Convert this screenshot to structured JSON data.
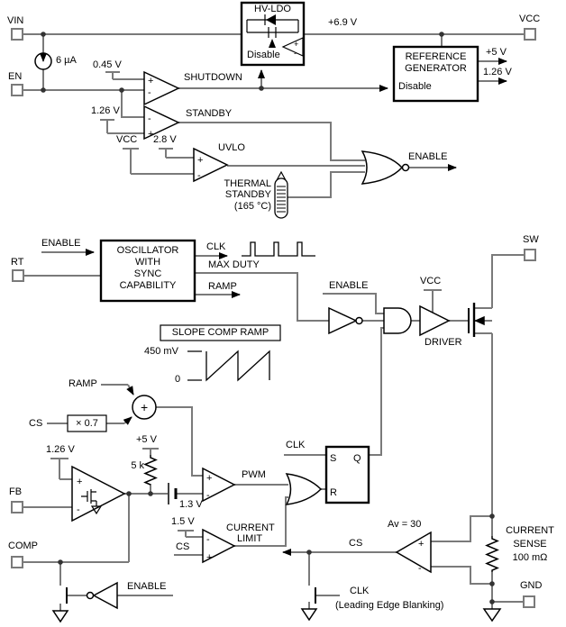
{
  "colors": {
    "wire": "#7a7a7a",
    "ink": "#000000",
    "background": "#ffffff"
  },
  "labels": {
    "vin": "VIN",
    "en": "EN",
    "vcc_pad": "VCC",
    "rt": "RT",
    "fb": "FB",
    "comp": "COMP",
    "sw": "SW",
    "gnd": "GND",
    "bias_current": "6 µA",
    "shutdown_ref": "0.45 V",
    "shutdown": "SHUTDOWN",
    "hvldo_title": "HV-LDO",
    "hvldo_disable": "Disable",
    "ldo_out": "+6.9 V",
    "refgen1": "REFERENCE",
    "refgen2": "GENERATOR",
    "refgen_disable": "Disable",
    "ref_5v": "+5 V",
    "ref_126": "1.26 V",
    "standby_ref": "1.26 V",
    "standby": "STANDBY",
    "uvlo_vcc": "VCC",
    "uvlo_ref": "2.8 V",
    "uvlo": "UVLO",
    "thermal1": "THERMAL",
    "thermal2": "STANDBY",
    "thermal3": "(165 °C)",
    "enable_out": "ENABLE",
    "osc_enable": "ENABLE",
    "osc1": "OSCILLATOR",
    "osc2": "WITH",
    "osc3": "SYNC",
    "osc4": "CAPABILITY",
    "clk": "CLK",
    "max_duty": "MAX DUTY",
    "ramp": "RAMP",
    "and_enable": "ENABLE",
    "driver_vcc": "VCC",
    "driver": "DRIVER",
    "slope_title": "SLOPE COMP RAMP",
    "slope_top": "450 mV",
    "slope_zero": "0",
    "sum_ramp": "RAMP",
    "sum_cs": "CS",
    "gain": "× 0.7",
    "pullup_v": "+5 V",
    "pullup_r": "5 k",
    "erramp_ref": "1.26 V",
    "offset": "1.3 V",
    "pwm": "PWM",
    "latch_clk": "CLK",
    "latch_s": "S",
    "latch_q": "Q",
    "latch_r": "R",
    "climit_ref": "1.5 V",
    "climit_cs": "CS",
    "climit1": "CURRENT",
    "climit2": "LIMIT",
    "compdis_enable": "ENABLE",
    "cs_line": "CS",
    "blank_clk": "CLK",
    "blanking": "(Leading Edge Blanking)",
    "av": "Av = 30",
    "csense1": "CURRENT",
    "csense2": "SENSE",
    "csense3": "100 mΩ",
    "plus": "+",
    "minus": "-"
  }
}
